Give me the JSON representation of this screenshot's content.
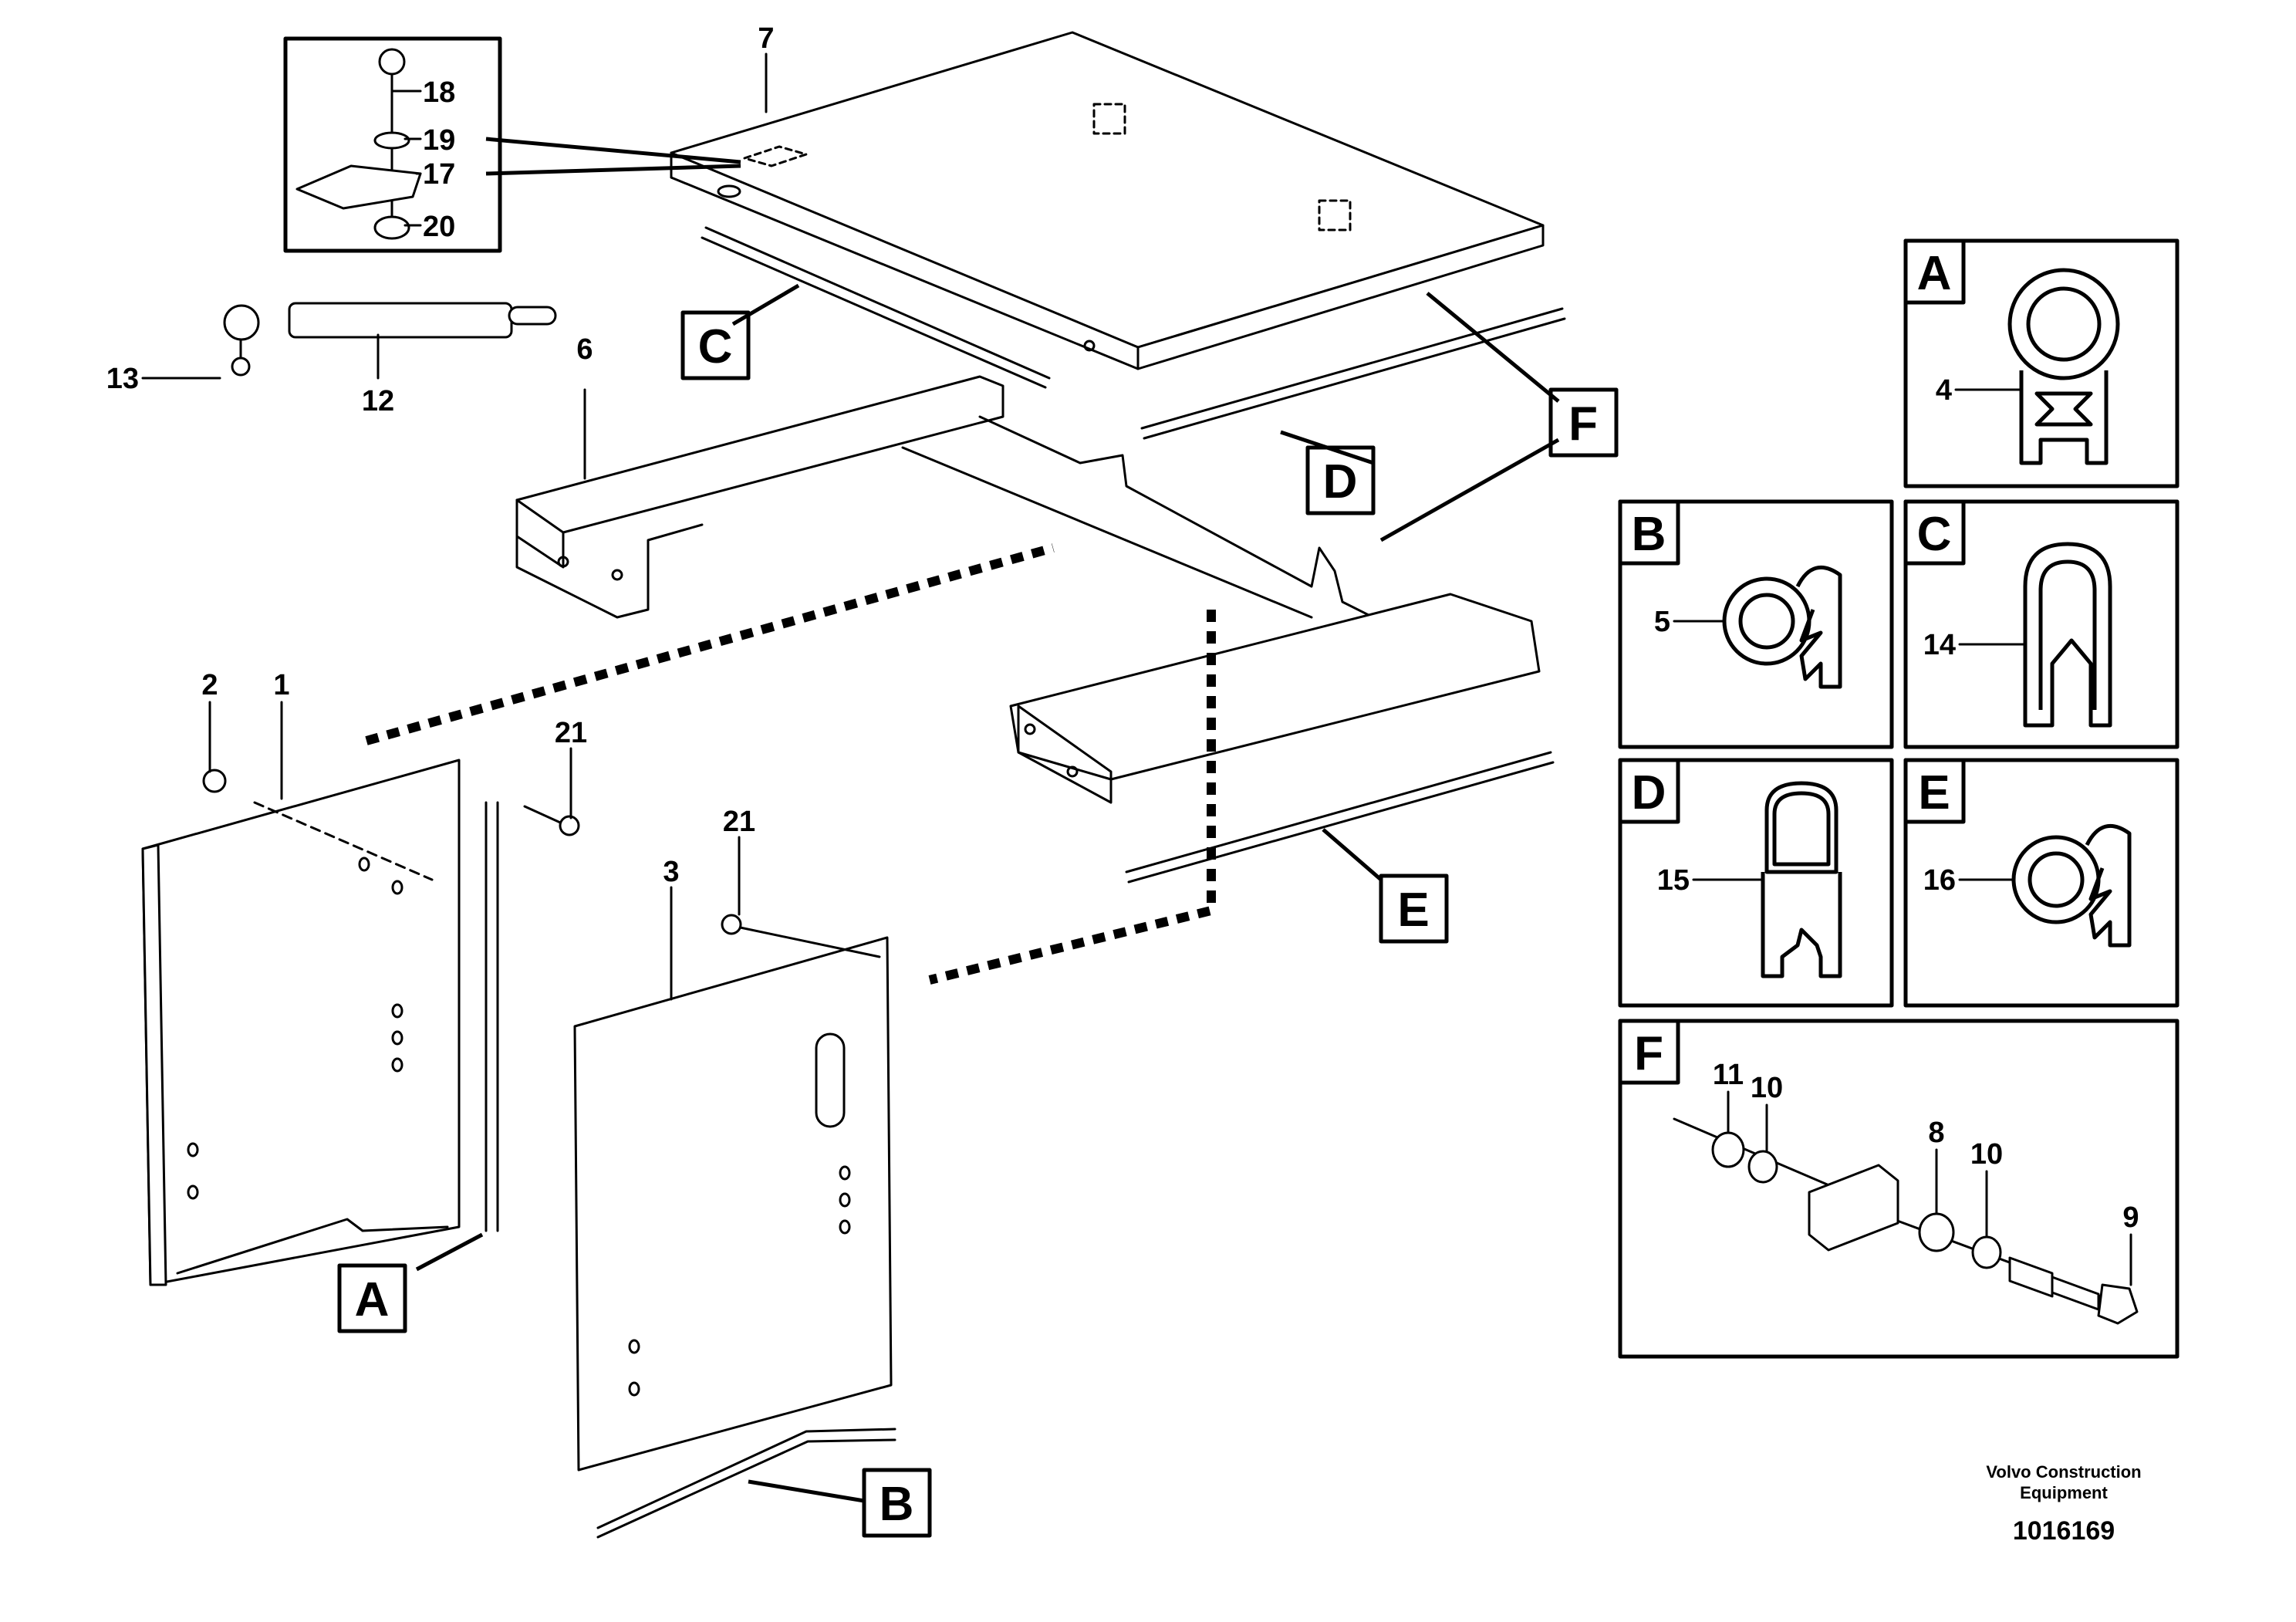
{
  "callouts": {
    "n1": "1",
    "n2": "2",
    "n3": "3",
    "n4": "4",
    "n5": "5",
    "n6": "6",
    "n7": "7",
    "n8": "8",
    "n9": "9",
    "n10a": "10",
    "n10b": "10",
    "n11": "11",
    "n12": "12",
    "n13": "13",
    "n14": "14",
    "n15": "15",
    "n16": "16",
    "n17": "17",
    "n18": "18",
    "n19": "19",
    "n20": "20",
    "n21a": "21",
    "n21b": "21"
  },
  "view_labels": {
    "A": "A",
    "B": "B",
    "C": "C",
    "D": "D",
    "E": "E",
    "F": "F"
  },
  "detail_panels": {
    "A": "A",
    "B": "B",
    "C": "C",
    "D": "D",
    "E": "E",
    "F": "F"
  },
  "footer": {
    "brand_line1": "Volvo Construction",
    "brand_line2": "Equipment",
    "drawing_number": "1016169"
  }
}
